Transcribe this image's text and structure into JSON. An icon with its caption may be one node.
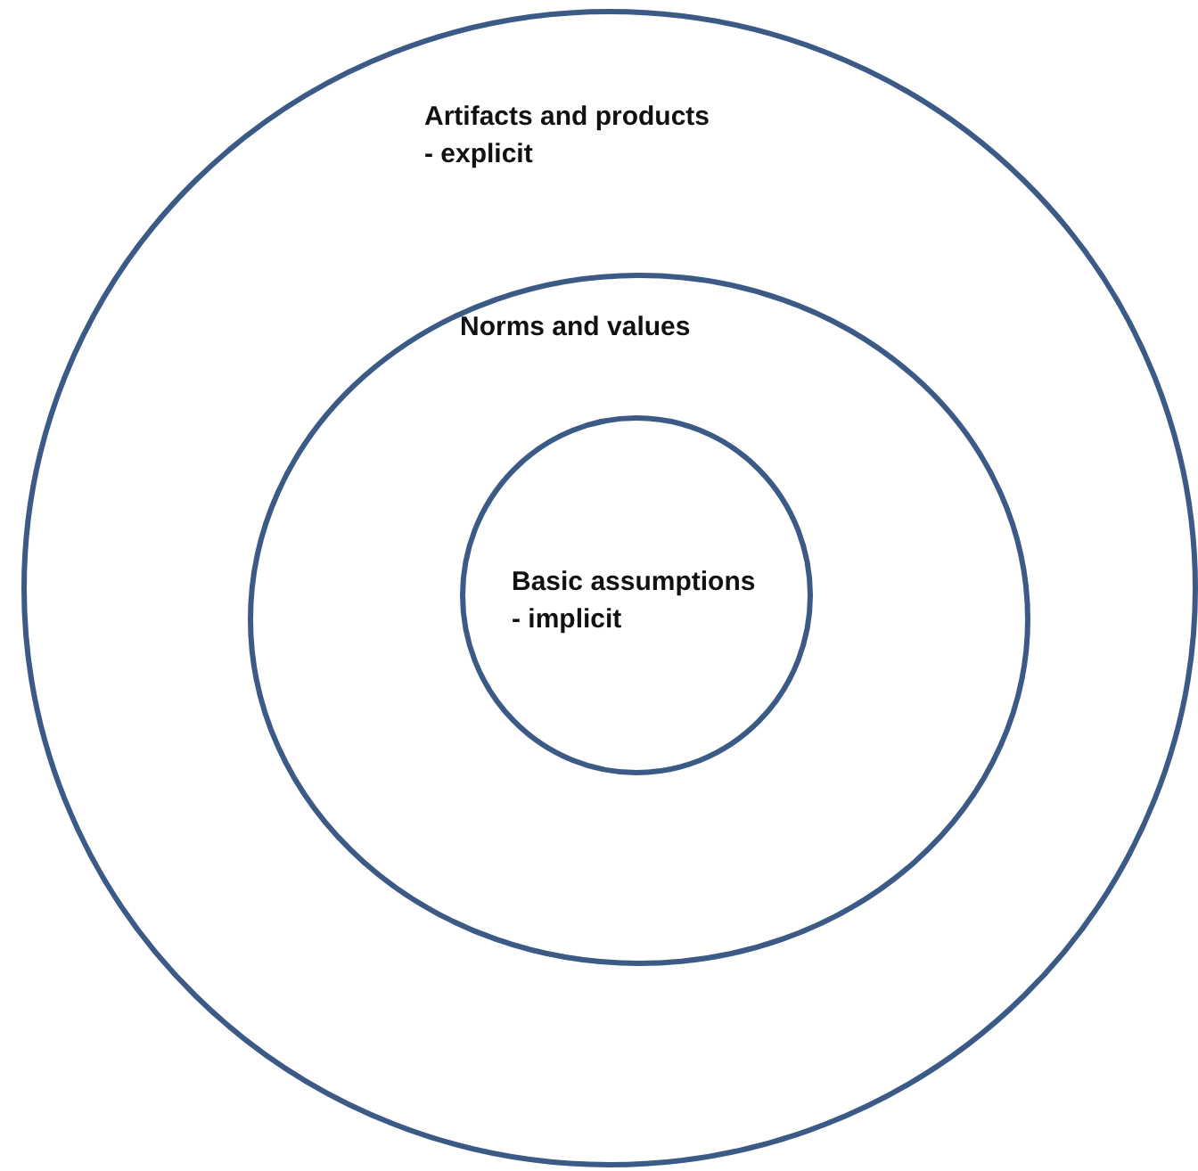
{
  "diagram": {
    "nodes": [
      {
        "text": [
          "Artifacts and products - explicit"
        ]
      },
      {
        "text": [
          "Norms and values"
        ],
        "in": 0
      },
      {
        "text": [
          "Basic assumptions - implicit"
        ],
        "in": 1
      }
    ]
  }
}
